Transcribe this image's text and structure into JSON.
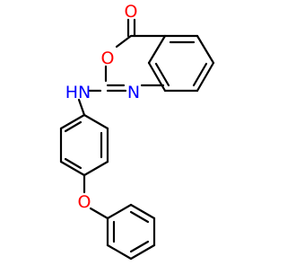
{
  "molecule": {
    "atom_labels": {
      "carbonyl_oxygen": "O",
      "ring_oxygen": "O",
      "ring_nitrogen": "N",
      "amine": "HN",
      "ether_oxygen": "O"
    },
    "colors": {
      "bond": "#000000",
      "oxygen": "#ff0000",
      "nitrogen": "#0000ff",
      "background": "#ffffff"
    }
  }
}
